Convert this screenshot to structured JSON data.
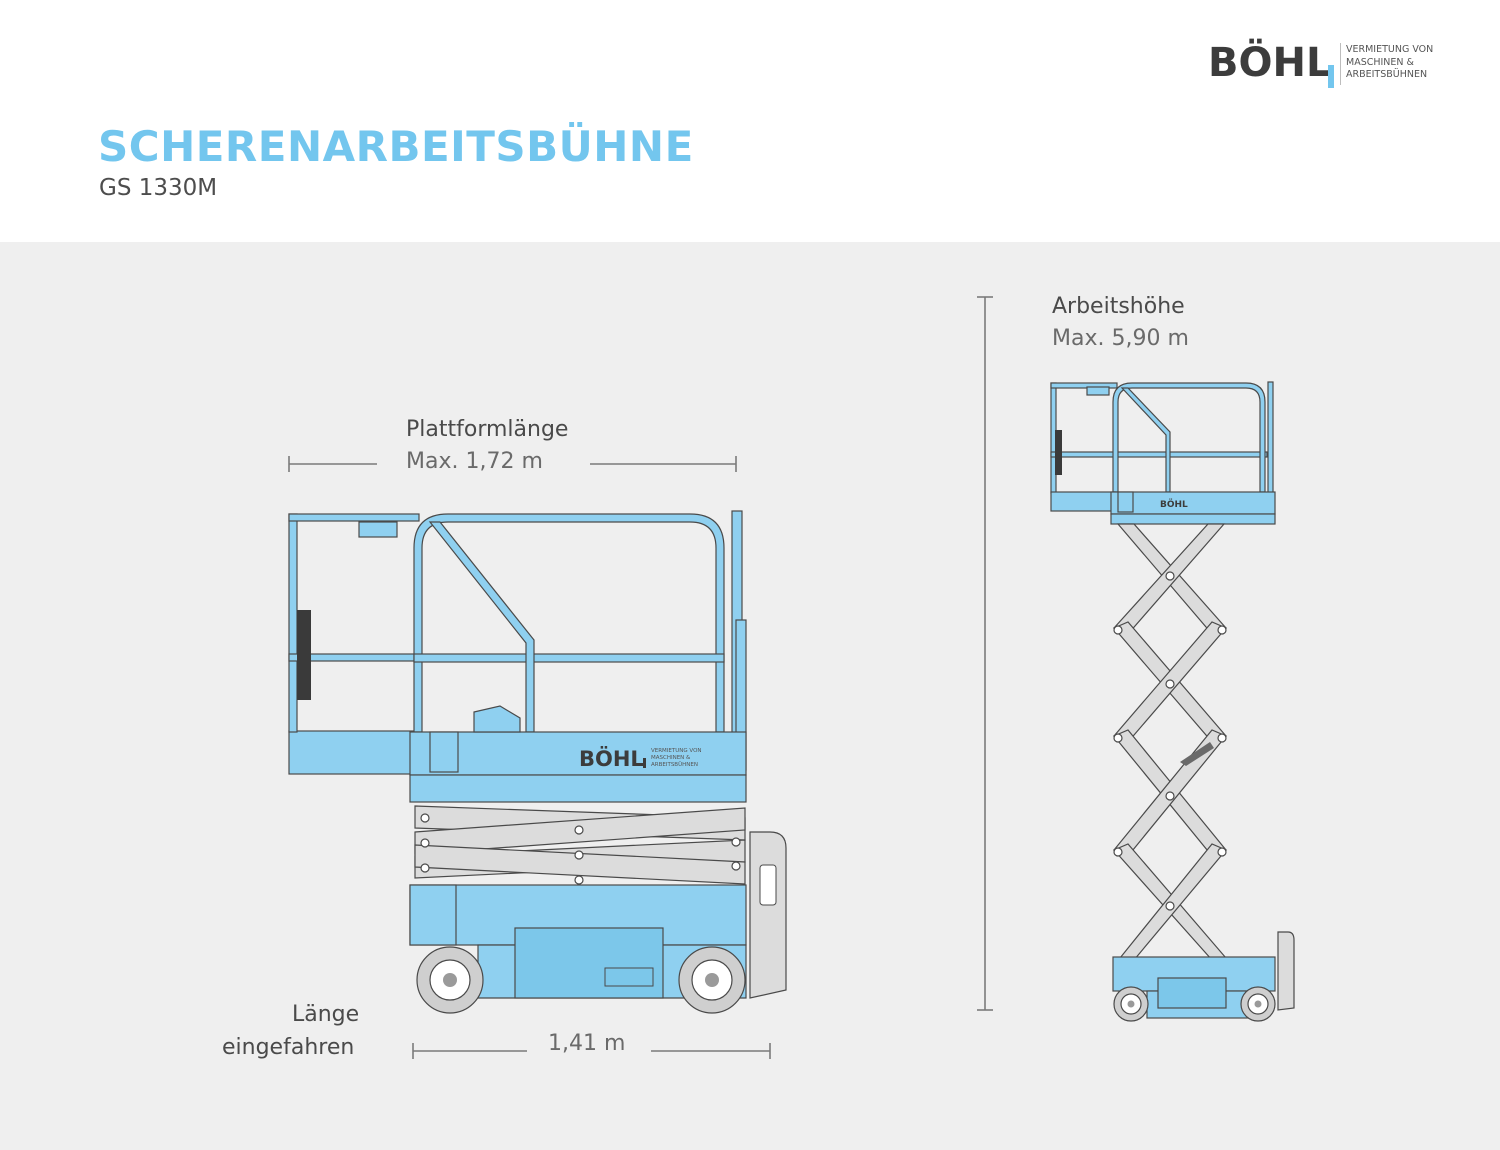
{
  "header": {
    "title": "SCHERENARBEITSBÜHNE",
    "subtitle": "GS 1330M"
  },
  "logo": {
    "word": "BÖHL",
    "tagline": "VERMIETUNG VON\nMASCHINEN &\nARBEITSBÜHNEN"
  },
  "machine_decal": {
    "word": "BÖHL",
    "tagline": "VERMIETUNG VON\nMASCHINEN &\nARBEITSBÜHNEN"
  },
  "dimensions": {
    "platform_length": {
      "label": "Plattformlänge",
      "value": "Max. 1,72 m"
    },
    "working_height": {
      "label": "Arbeitshöhe",
      "value": "Max. 5,90 m"
    },
    "stowed_length": {
      "label_line1": "Länge",
      "label_line2": "eingefahren",
      "value": "1,41 m"
    }
  },
  "colors": {
    "accent": "#73c6ee",
    "machine_blue": "#8fd0f0",
    "outline": "#4a4a4a",
    "scissor_grey": "#d9d9d9",
    "background_stage": "#efefef",
    "text_dark": "#4d4d4d"
  }
}
